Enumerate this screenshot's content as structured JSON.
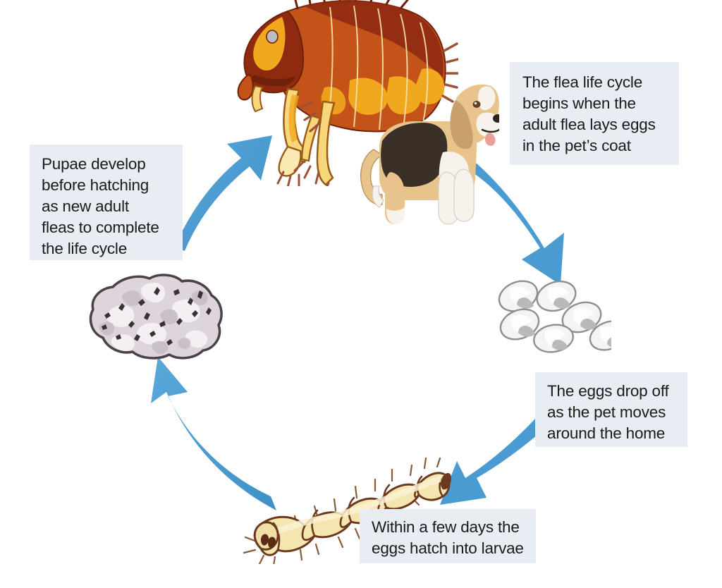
{
  "diagram": {
    "title": "Flea life cycle",
    "background_color": "#ffffff",
    "callout_background_color": "#e8edf3",
    "callout_text_color": "#1a1a1a",
    "arrow_color": "#4a9bd1",
    "arrow_color_light": "#5aa8da"
  },
  "callouts": {
    "eggs_laid": "The flea life cycle\nbegins when the\nadult flea lays eggs\nin the pet’s coat",
    "pupae": "Pupae develop\nbefore hatching\nas new adult\nfleas to complete\nthe life cycle",
    "eggs_drop": "The eggs drop off\nas the pet moves\naround the home",
    "larvae": "Within a few days the\neggs hatch into larvae"
  },
  "stages": [
    {
      "id": "adult-flea",
      "label": "Adult flea",
      "colors": {
        "body_dark": "#8f2a10",
        "body_mid": "#c4531a",
        "highlight": "#f0a81e",
        "leg": "#f7d77a",
        "leg_light": "#fbe9b4",
        "bristle": "#a05038",
        "eye": "#b9bcc0"
      }
    },
    {
      "id": "pet-dog",
      "label": "Beagle dog",
      "colors": {
        "tan": "#e8c48c",
        "tan_dark": "#c9a06a",
        "black": "#3a3028",
        "white": "#f7f3ec",
        "nose": "#2b2520",
        "tongue": "#e8a097"
      }
    },
    {
      "id": "flea-eggs",
      "label": "Flea eggs",
      "count": 6,
      "colors": {
        "shell": "#f2f2f2",
        "shade": "#b8b8b8",
        "outline": "#8a8a8a"
      }
    },
    {
      "id": "flea-larva",
      "label": "Flea larva",
      "segments": 11,
      "colors": {
        "body": "#f5e6b0",
        "body_light": "#faf1d2",
        "outline": "#6b3a1e",
        "bristle": "#8a5a34"
      }
    },
    {
      "id": "flea-pupa",
      "label": "Flea pupa cocoon",
      "colors": {
        "fuzz": "#ddd4dc",
        "fuzz_light": "#f3eff3",
        "fuzz_mid": "#c8bcc6",
        "debris": "#3a3036",
        "outline": "#4a4248"
      }
    }
  ],
  "arrows": [
    {
      "id": "arrow-flea-to-eggs",
      "from": "adult-flea",
      "to": "flea-eggs",
      "direction": "down-right"
    },
    {
      "id": "arrow-eggs-to-larva",
      "from": "flea-eggs",
      "to": "flea-larva",
      "direction": "down-left"
    },
    {
      "id": "arrow-larva-to-pupa",
      "from": "flea-larva",
      "to": "flea-pupa",
      "direction": "up-left"
    },
    {
      "id": "arrow-pupa-to-flea",
      "from": "flea-pupa",
      "to": "adult-flea",
      "direction": "up-right"
    }
  ]
}
